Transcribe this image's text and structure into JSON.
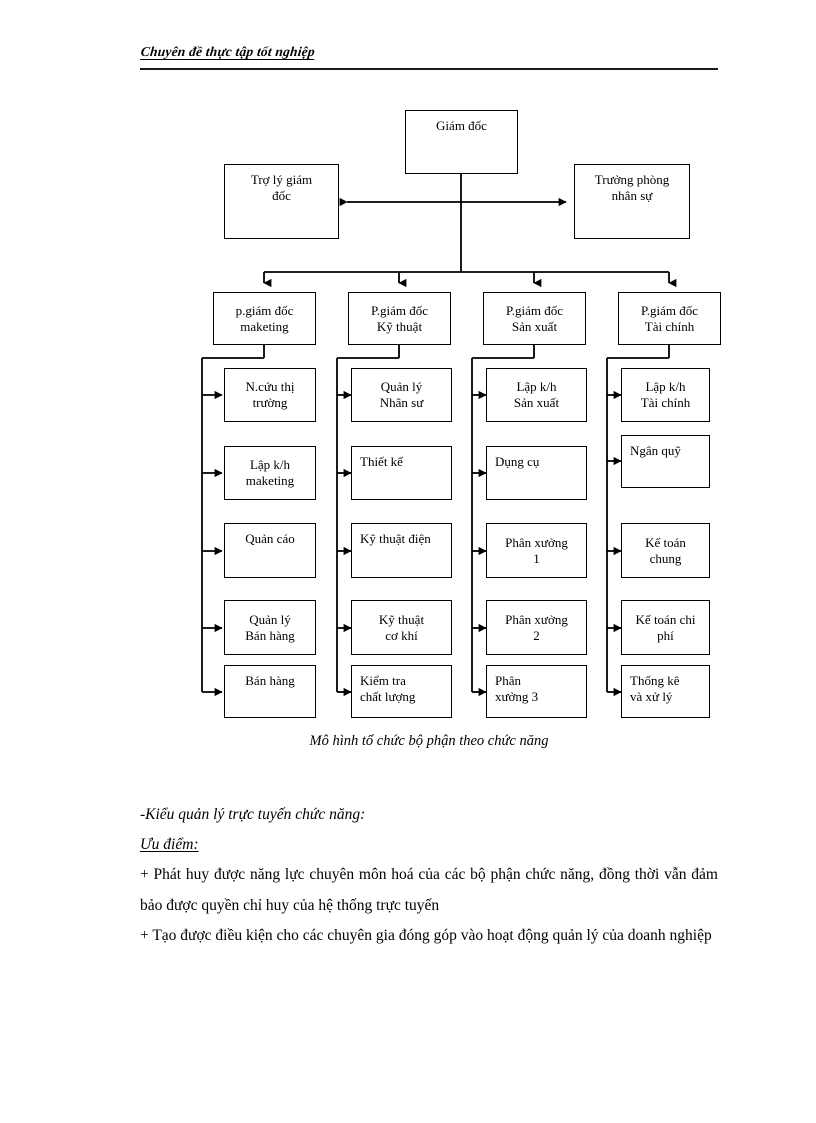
{
  "header": {
    "title": "Chuyên đề thực tập tốt nghiệp"
  },
  "chart": {
    "caption": "Mô hình tổ chức bộ phận theo chức năng",
    "root": "Giám đốc",
    "left_aide": "Trợ lý giám\nđốc",
    "right_aide": "Trưởng phòng\nnhân sự",
    "columns": [
      {
        "head": "p.giám đốc\nmaketing",
        "items": [
          "N.cứu thị\ntrường",
          "Lập k/h\nmaketing",
          "Quản cáo",
          "Quản lý\nBán hàng",
          "Bán hàng"
        ]
      },
      {
        "head": "P.giám đốc\nKỹ thuật",
        "items": [
          "Quản lý\nNhân sư",
          "Thiết kế",
          "Kỹ thuật điện",
          "Kỹ thuật\ncơ khí",
          "Kiểm tra\nchất lượng"
        ]
      },
      {
        "head": "P.giám đốc\nSản xuất",
        "items": [
          "Lập k/h\nSản xuất",
          "Dụng cụ",
          "Phân xưởng\n1",
          "Phân xưởng\n2",
          "Phân\nxưởng 3"
        ]
      },
      {
        "head": "P.giám đốc\nTài chính",
        "items": [
          "Lập k/h\nTài chính",
          "Ngân quỹ",
          "Kế toán\nchung",
          "Kế toán chi\nphí",
          "Thống kê\nvà xử lý"
        ]
      }
    ]
  },
  "body": {
    "line_heading": "-Kiểu quản lý trực tuyến chức năng:",
    "line_subheading": "Ưu điểm:",
    "paragraph_1": "+ Phát huy được năng lực chuyên môn hoá của các bộ phận chức năng, đồng thời vẫn đảm bảo được quyền chỉ huy của hệ thống trực tuyến",
    "paragraph_2": "+ Tạo được điều kiện cho các chuyên gia đóng góp vào hoạt động quản lý của doanh nghiệp"
  }
}
